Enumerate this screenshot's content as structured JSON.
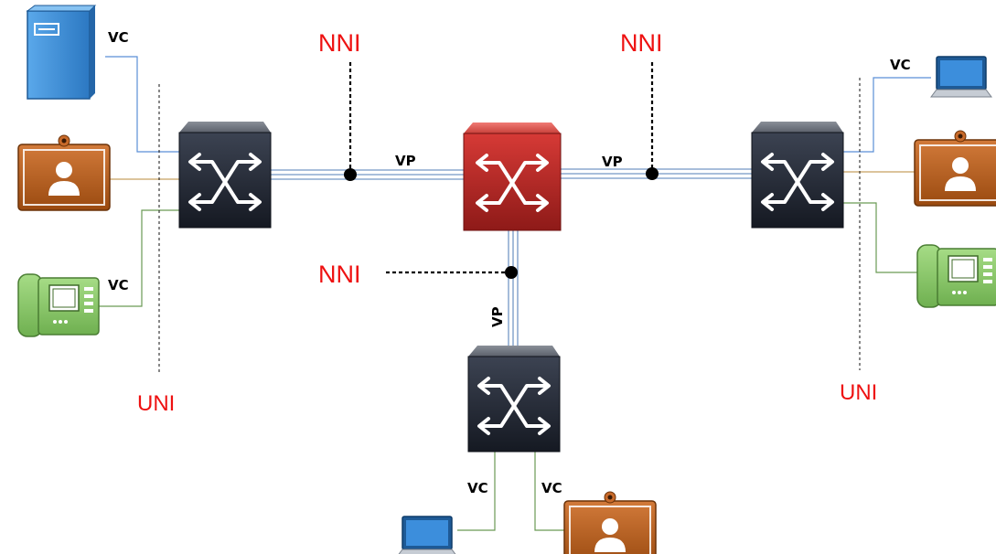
{
  "labels": {
    "nni_top_left": "NNI",
    "nni_top_right": "NNI",
    "nni_middle": "NNI",
    "uni_left": "UNI",
    "uni_right": "UNI",
    "vp_left": "VP",
    "vp_right": "VP",
    "vp_vertical": "VP",
    "vc_server": "VC",
    "vc_phone_left": "VC",
    "vc_laptop_right": "VC",
    "vc_bottom_left": "VC",
    "vc_bottom_right": "VC"
  },
  "colors": {
    "nni_label": "#ee1111",
    "uni_label": "#ee1111",
    "core_switch": "#c8302d",
    "edge_switch": "#2d3340",
    "vp_link": "#9bb4d6",
    "vc_link_server": "#5b8fd6",
    "vc_link_video": "#c8a060",
    "vc_link_phone": "#6a9a55",
    "video_terminal": "#c0601a",
    "ip_phone": "#8ccf6c",
    "server": "#3f8fd8",
    "laptop": "#2f7fc8"
  },
  "icons": [
    "switch-icon",
    "server-icon",
    "video-terminal-icon",
    "ip-phone-icon",
    "laptop-icon"
  ]
}
